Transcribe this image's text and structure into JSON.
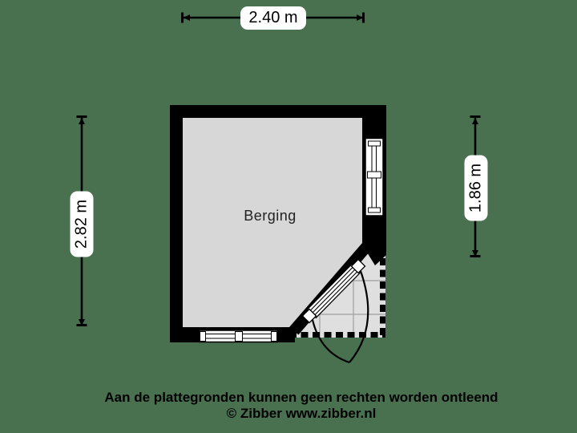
{
  "dimensions": {
    "top": "2.40 m",
    "left": "2.82 m",
    "right": "1.86 m"
  },
  "room": {
    "label": "Berging"
  },
  "footer": {
    "disclaimer": "Aan de plattegronden kunnen geen rechten worden ontleend",
    "copyright": "© Zibber www.zibber.nl"
  },
  "colors": {
    "background": "#49714F",
    "floor": "#d7d7d7",
    "paving": "#dfdfdf",
    "grid_line": "#a8a8a8",
    "wall": "#000000",
    "label_background": "#ffffff",
    "text": "#000000"
  }
}
